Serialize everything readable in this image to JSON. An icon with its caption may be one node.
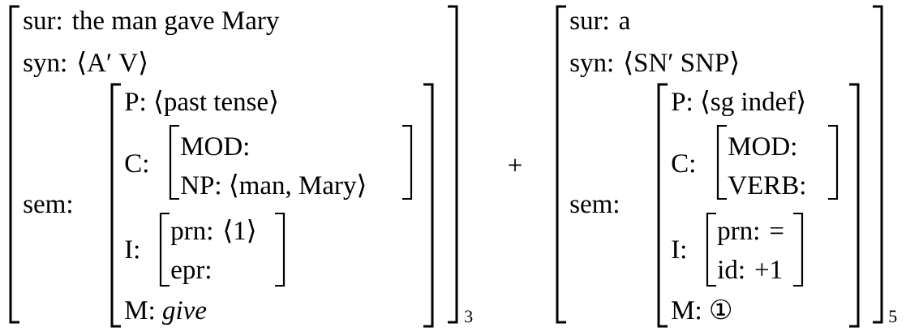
{
  "diagram": {
    "nodes": [
      {
        "text": [
          "sur: the man gave Mary",
          "syn: ⟨A′ V⟩",
          "sem:"
        ],
        "beside": [
          "3"
        ]
      },
      {
        "text": [
          "P: ⟨past tense⟩",
          "C:",
          "I:",
          "M: *give*"
        ],
        "in": 0
      },
      {
        "text": [
          "MOD:",
          "NP: ⟨man, Mary⟩"
        ],
        "in": 1
      },
      {
        "text": [
          "prn: ⟨1⟩",
          "epr:"
        ],
        "in": 1
      },
      {
        "text": [
          "sur: a",
          "syn: ⟨SN′ SNP⟩",
          "sem:"
        ],
        "beside": [
          "5"
        ]
      },
      {
        "text": [
          "P: ⟨sg indef⟩",
          "C:",
          "I:",
          "M: ①"
        ],
        "in": 4
      },
      {
        "text": [
          "MOD:",
          "VERB:"
        ],
        "in": 5
      },
      {
        "text": [
          "prn: =",
          "id: +1"
        ],
        "in": 5
      }
    ],
    "edges": [],
    "labels": [
      "+"
    ]
  }
}
